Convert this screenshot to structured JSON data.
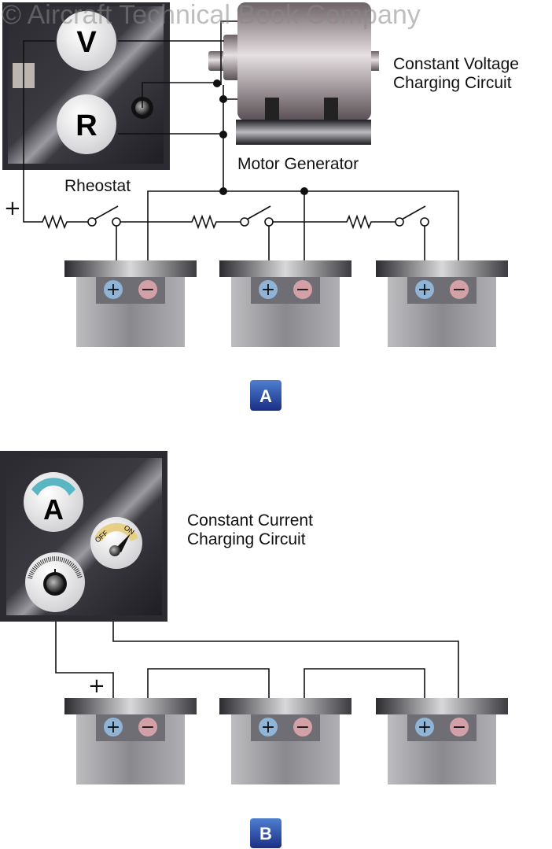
{
  "watermark": "© Aircraft Technical Book Company",
  "diagram_a": {
    "badge": "A",
    "title_line1": "Constant Voltage",
    "title_line2": "Charging Circuit",
    "motor_label": "Motor Generator",
    "rheostat_label": "Rheostat",
    "voltmeter_label": "V",
    "rheostat_dial_label": "R",
    "plus_sign": "+"
  },
  "diagram_b": {
    "badge": "B",
    "title_line1": "Constant Current",
    "title_line2": "Charging Circuit",
    "ammeter_label": "A",
    "switch_off": "OFF",
    "switch_on": "ON",
    "plus_sign": "+"
  },
  "battery_terminals": {
    "positive": "+",
    "negative": "−"
  },
  "colors": {
    "positive_terminal": "#8fb4d6",
    "negative_terminal": "#d4a0a8",
    "badge": "#1f3f9a",
    "ammeter_arc": "#5bb6c4",
    "switch_arc": "#e7cf86"
  }
}
